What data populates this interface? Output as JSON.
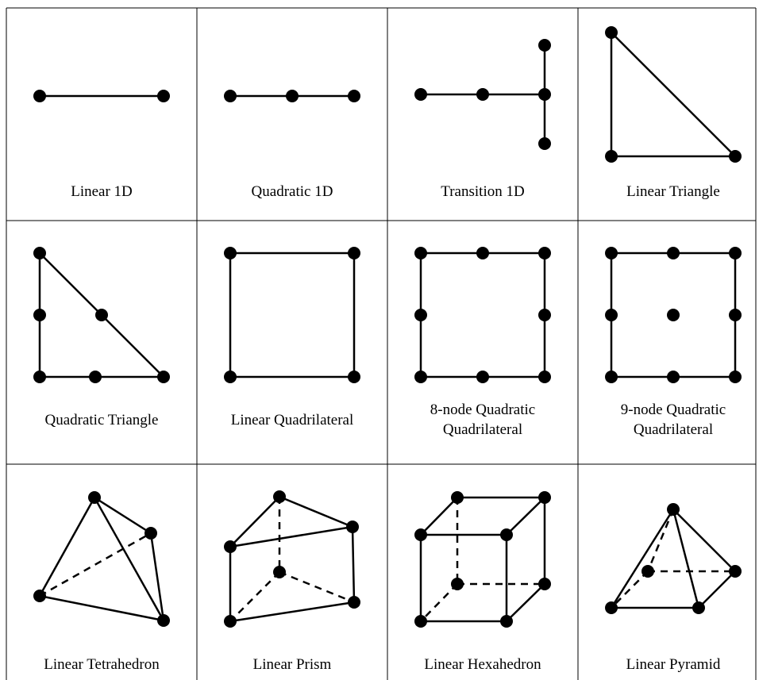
{
  "elements": [
    {
      "id": "linear-1d",
      "caption": [
        "Linear 1D"
      ]
    },
    {
      "id": "quadratic-1d",
      "caption": [
        "Quadratic 1D"
      ]
    },
    {
      "id": "transition-1d",
      "caption": [
        "Transition 1D"
      ]
    },
    {
      "id": "linear-triangle",
      "caption": [
        "Linear Triangle"
      ]
    },
    {
      "id": "quadratic-triangle",
      "caption": [
        "Quadratic Triangle"
      ]
    },
    {
      "id": "linear-quadrilateral",
      "caption": [
        "Linear Quadrilateral"
      ]
    },
    {
      "id": "8-node-quadratic-quadrilateral",
      "caption": [
        "8-node Quadratic",
        "Quadrilateral"
      ]
    },
    {
      "id": "9-node-quadratic-quadrilateral",
      "caption": [
        "9-node Quadratic",
        "Quadrilateral"
      ]
    },
    {
      "id": "linear-tetrahedron",
      "caption": [
        "Linear Tetrahedron"
      ]
    },
    {
      "id": "linear-prism",
      "caption": [
        "Linear Prism"
      ]
    },
    {
      "id": "linear-hexahedron",
      "caption": [
        "Linear Hexahedron"
      ]
    },
    {
      "id": "linear-pyramid",
      "caption": [
        "Linear Pyramid"
      ]
    }
  ]
}
